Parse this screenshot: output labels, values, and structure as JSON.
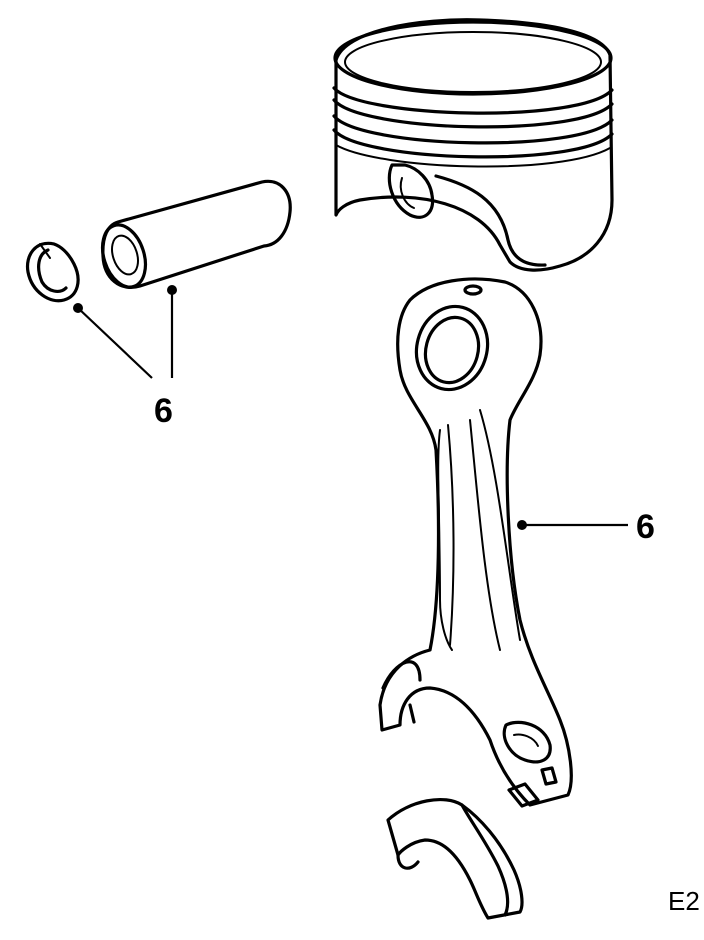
{
  "callouts": {
    "pin_and_clip": "6",
    "connecting_rod": "6"
  },
  "figure_code": "E2"
}
